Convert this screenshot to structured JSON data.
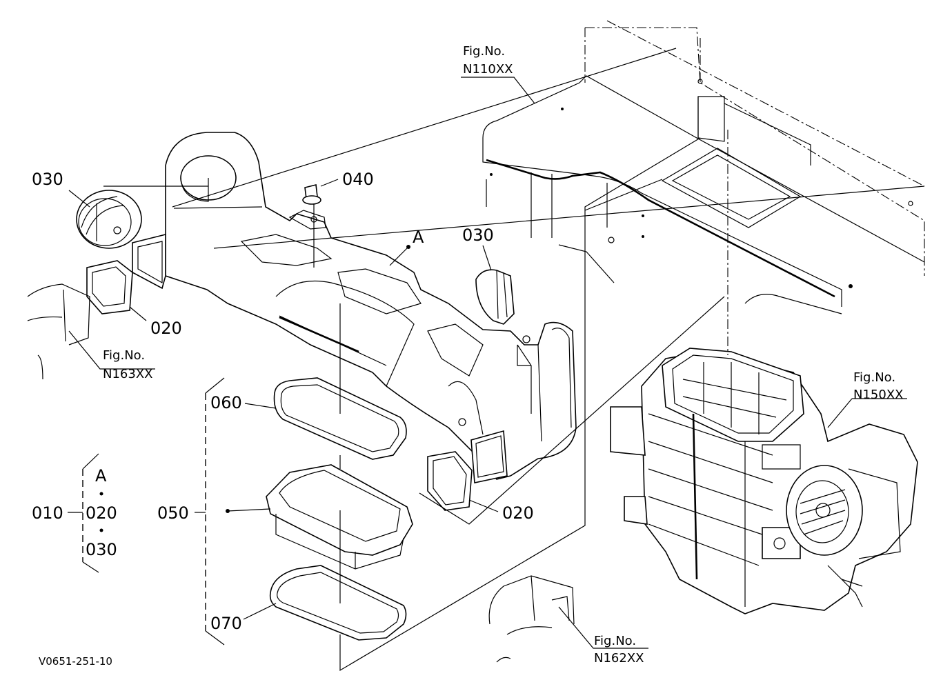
{
  "figure_refs": {
    "n110": {
      "line1": "Fig.No.",
      "line2": "N110XX"
    },
    "n163": {
      "line1": "Fig.No.",
      "line2": "N163XX"
    },
    "n150": {
      "line1": "Fig.No.",
      "line2": "N150XX"
    },
    "n162": {
      "line1": "Fig.No.",
      "line2": "N162XX"
    }
  },
  "labels": {
    "p030_left": "030",
    "p040": "040",
    "p030_right": "030",
    "point_a": "A",
    "p020_left": "020",
    "p060": "060",
    "p020_right": "020",
    "p050": "050",
    "p070": "070",
    "p010": "010",
    "kit_a": "A",
    "kit_020": "020",
    "kit_030": "030"
  },
  "drawing_code": "V0651-251-10"
}
